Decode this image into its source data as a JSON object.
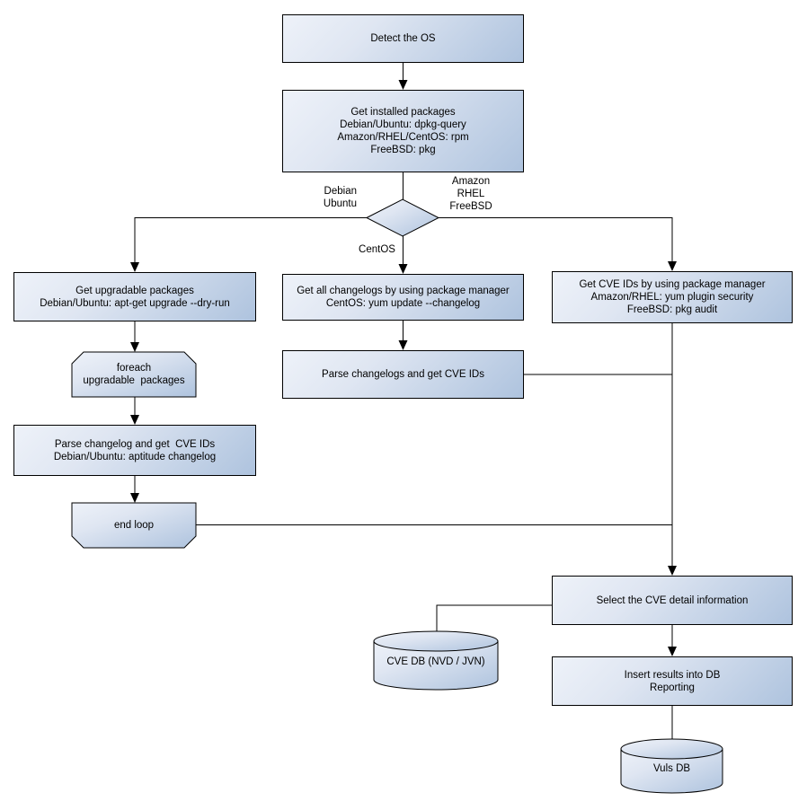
{
  "nodes": {
    "detect_os": "Detect the OS",
    "get_installed_packages": "Get installed packages\nDebian/Ubuntu: dpkg-query\nAmazon/RHEL/CentOS: rpm\nFreeBSD: pkg",
    "get_upgradable_packages": "Get upgradable packages\nDebian/Ubuntu: apt-get upgrade --dry-run",
    "foreach_loop": "foreach\nupgradable  packages",
    "parse_changelog_left": "Parse changelog and get  CVE IDs\nDebian/Ubuntu: aptitude changelog",
    "end_loop": "end loop",
    "get_all_changelogs": "Get all changelogs by using package manager\nCentOS: yum update --changelog",
    "parse_changelogs_mid": "Parse changelogs and get CVE IDs",
    "get_cve_ids": "Get CVE IDs by using package manager\nAmazon/RHEL: yum plugin security\nFreeBSD: pkg audit",
    "select_cve_detail": "Select the CVE detail information",
    "insert_results": "Insert results into DB\nReporting",
    "cve_db": "CVE DB (NVD / JVN)",
    "vuls_db": "Vuls DB"
  },
  "edge_labels": {
    "debian_ubuntu": "Debian\nUbuntu",
    "amazon_rhel_freebsd": "Amazon\nRHEL\nFreeBSD",
    "centos": "CentOS"
  },
  "colors": {
    "node_fill_light": "#eef2f9",
    "node_fill_dark": "#aec3de",
    "node_border": "#000000",
    "connector": "#000000",
    "text": "#000000",
    "background": "#ffffff"
  }
}
